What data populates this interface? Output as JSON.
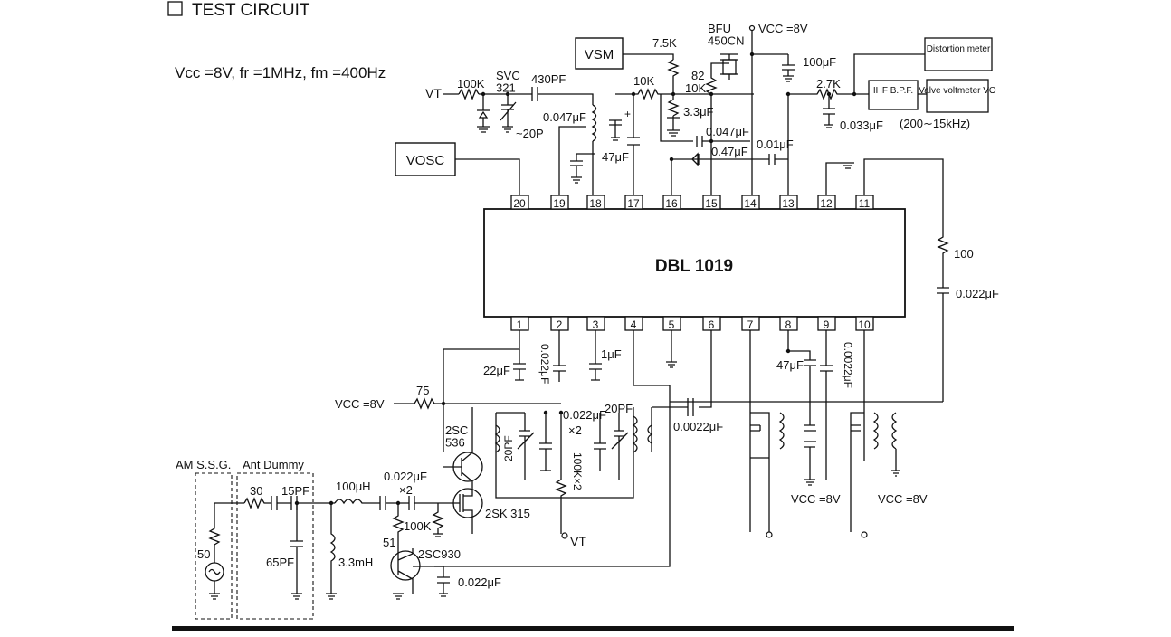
{
  "heading": {
    "title": "TEST CIRCUIT"
  },
  "conditions": "Vcc =8V, fr =1MHz, fm =400Hz",
  "ic": {
    "name": "DBL 1019",
    "pins_top": [
      "20",
      "19",
      "18",
      "17",
      "16",
      "15",
      "14",
      "13",
      "12",
      "11"
    ],
    "pins_bottom": [
      "1",
      "2",
      "3",
      "4",
      "5",
      "6",
      "7",
      "8",
      "9",
      "10"
    ]
  },
  "instruments": {
    "vosc": "VOSC",
    "vsm": "VSM",
    "distortion_meter": "Distortion meter",
    "ihf_bpf": "IHF B.P.F.",
    "valve_voltmeter": "Valve voltmeter VO",
    "am_ssg": "AM S.S.G.",
    "ant_dummy": "Ant Dummy"
  },
  "labels": {
    "vt_top": "VT",
    "r_100k_top": "100K",
    "svc_321": "SVC\n321",
    "c_430pf": "430PF",
    "c_047_top": "0.047μF",
    "c_20p": "~20P",
    "c_47uf_top": "47μF",
    "r_10k_a": "10K",
    "r_75k": "7.5K",
    "r_82": "82",
    "r_10k_b": "10K",
    "c_33uf": "3.3μF",
    "c_047_b": "0.047μF",
    "c_047_c": "0.47μF",
    "c_001": "0.01μF",
    "bfu": "BFU\n450CN",
    "vcc_8v_top": "VCC =8V",
    "c_100uf": "100μF",
    "r_27k": "2.7K",
    "c_0033": "0.033μF",
    "freq_range": "(200∼15kHz)",
    "r_100": "100",
    "c_0022_right": "0.022μF",
    "c_22uf": "22μF",
    "c_0022_pin2": "0.022μF",
    "c_1uf": "1μF",
    "vcc_8v_left": "VCC =8V",
    "r_75": "75",
    "c_0022_mid": "0.022μF",
    "x2_a": "×2",
    "c_20pf_a": "20PF",
    "c_20pf_b": "20PF",
    "c_0022_pin6": "0.0022μF",
    "q_2sc536": "2SC\n536",
    "r_100kx2": "100K×2",
    "q_2sk315": "2SK 315",
    "vt_bottom": "VT",
    "c_47uf_pin8": "47μF",
    "c_0022_pin9": "0.0022μF",
    "vcc_8v_a": "VCC =8V",
    "vcc_8v_b": "VCC =8V",
    "r_30": "30",
    "c_15pf": "15PF",
    "c_65pf": "65PF",
    "r_50": "50",
    "l_100uh": "100μH",
    "l_33mh": "3.3mH",
    "c_0022_ant": "0.022μF",
    "x2_b": "×2",
    "r_100k_bot": "100K",
    "r_51": "51",
    "q_2sc930": "2SC930",
    "c_0022_bot": "0.022μF"
  },
  "colors": {
    "ink": "#111111",
    "paper": "#ffffff"
  }
}
